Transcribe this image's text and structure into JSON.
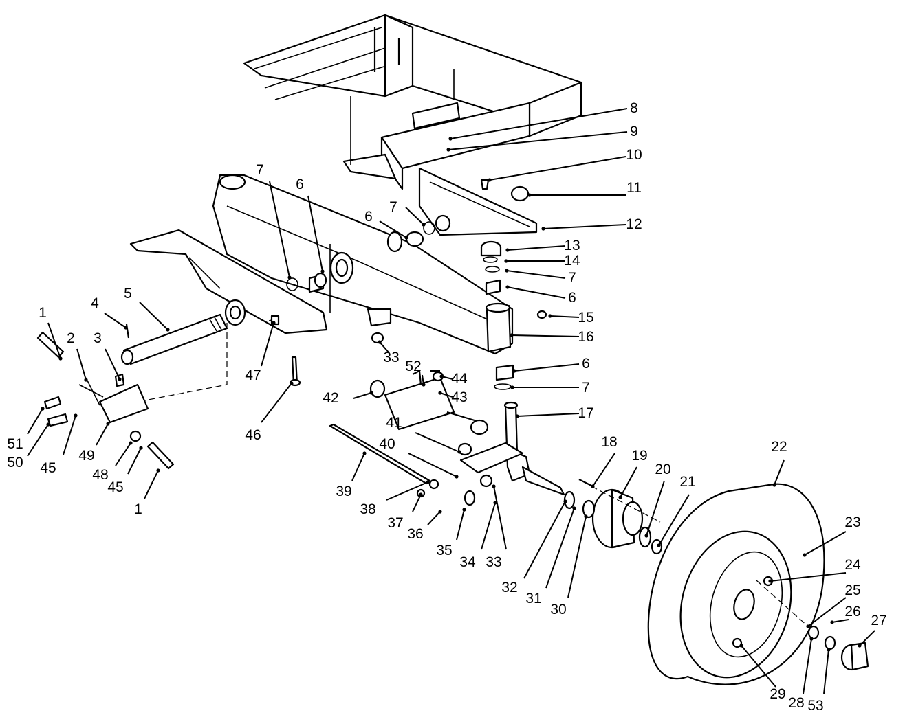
{
  "callouts": [
    {
      "id": "c8",
      "label": "8"
    },
    {
      "id": "c9",
      "label": "9"
    },
    {
      "id": "c10",
      "label": "10"
    },
    {
      "id": "c11",
      "label": "11"
    },
    {
      "id": "c12",
      "label": "12"
    },
    {
      "id": "c13",
      "label": "13"
    },
    {
      "id": "c14",
      "label": "14"
    },
    {
      "id": "c7a",
      "label": "7"
    },
    {
      "id": "c6a",
      "label": "6"
    },
    {
      "id": "c15",
      "label": "15"
    },
    {
      "id": "c16",
      "label": "16"
    },
    {
      "id": "c6b",
      "label": "6"
    },
    {
      "id": "c7b",
      "label": "7"
    },
    {
      "id": "c17",
      "label": "17"
    },
    {
      "id": "c7c",
      "label": "7"
    },
    {
      "id": "c6c",
      "label": "6"
    },
    {
      "id": "c7d",
      "label": "7"
    },
    {
      "id": "c6d",
      "label": "6"
    },
    {
      "id": "c1a",
      "label": "1"
    },
    {
      "id": "c4",
      "label": "4"
    },
    {
      "id": "c5",
      "label": "5"
    },
    {
      "id": "c2",
      "label": "2"
    },
    {
      "id": "c3",
      "label": "3"
    },
    {
      "id": "c51",
      "label": "51"
    },
    {
      "id": "c50",
      "label": "50"
    },
    {
      "id": "c45a",
      "label": "45"
    },
    {
      "id": "c49",
      "label": "49"
    },
    {
      "id": "c48",
      "label": "48"
    },
    {
      "id": "c45b",
      "label": "45"
    },
    {
      "id": "c1b",
      "label": "1"
    },
    {
      "id": "c47",
      "label": "47"
    },
    {
      "id": "c46",
      "label": "46"
    },
    {
      "id": "c33a",
      "label": "33"
    },
    {
      "id": "c52",
      "label": "52"
    },
    {
      "id": "c44",
      "label": "44"
    },
    {
      "id": "c42",
      "label": "42"
    },
    {
      "id": "c43",
      "label": "43"
    },
    {
      "id": "c41",
      "label": "41"
    },
    {
      "id": "c40",
      "label": "40"
    },
    {
      "id": "c39",
      "label": "39"
    },
    {
      "id": "c38",
      "label": "38"
    },
    {
      "id": "c37",
      "label": "37"
    },
    {
      "id": "c36",
      "label": "36"
    },
    {
      "id": "c35",
      "label": "35"
    },
    {
      "id": "c34",
      "label": "34"
    },
    {
      "id": "c33b",
      "label": "33"
    },
    {
      "id": "c32",
      "label": "32"
    },
    {
      "id": "c31",
      "label": "31"
    },
    {
      "id": "c30",
      "label": "30"
    },
    {
      "id": "c18",
      "label": "18"
    },
    {
      "id": "c19",
      "label": "19"
    },
    {
      "id": "c20",
      "label": "20"
    },
    {
      "id": "c21",
      "label": "21"
    },
    {
      "id": "c22",
      "label": "22"
    },
    {
      "id": "c23",
      "label": "23"
    },
    {
      "id": "c24",
      "label": "24"
    },
    {
      "id": "c25",
      "label": "25"
    },
    {
      "id": "c26",
      "label": "26"
    },
    {
      "id": "c27",
      "label": "27"
    },
    {
      "id": "c28",
      "label": "28"
    },
    {
      "id": "c53",
      "label": "53"
    },
    {
      "id": "c29",
      "label": "29"
    }
  ]
}
